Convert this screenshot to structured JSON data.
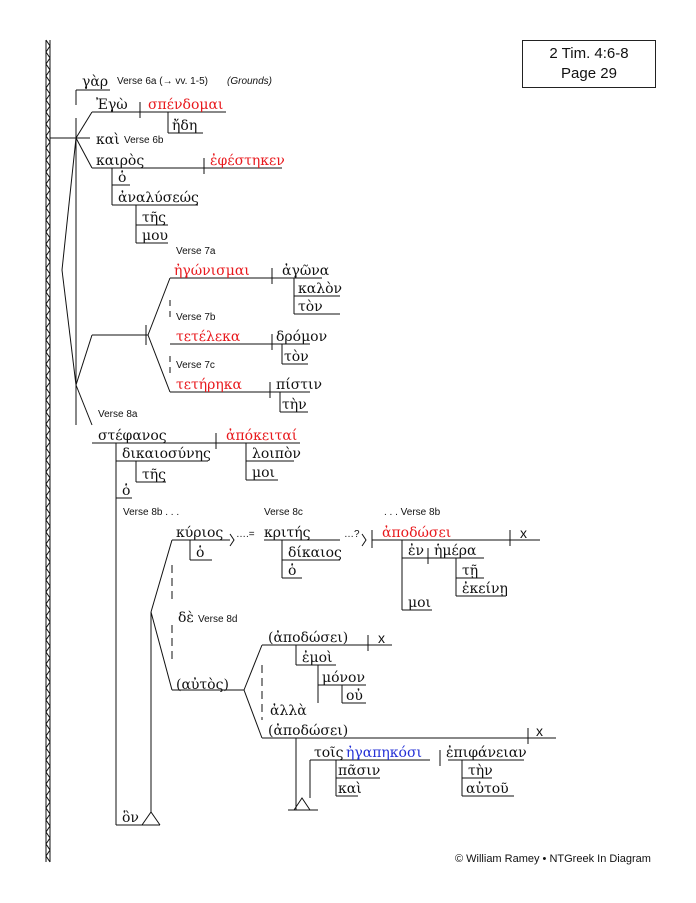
{
  "reference": {
    "line1": "2 Tim. 4:6-8",
    "line2": "Page 29"
  },
  "copyright": "© William Ramey • NTGreek In Diagram",
  "labels": {
    "v6a": "Verse 6a (→ vv. 1-5)",
    "grounds": "(Grounds)",
    "v6b": "Verse 6b",
    "v7a": "Verse 7a",
    "v7b": "Verse 7b",
    "v7c": "Verse 7c",
    "v8a": "Verse 8a",
    "v8b1": "Verse 8b . . .",
    "v8c": "Verse 8c",
    "v8b2": ". . . Verse 8b",
    "v8d": "Verse 8d",
    "dots1": "….=",
    "dots2": "…?"
  },
  "words": {
    "gar": "γὰρ",
    "ego": "Ἐγὼ",
    "spendomai": "σπένδομαι",
    "ede": "ἤδη",
    "kai1": "καὶ",
    "kairos": "καιρὸς",
    "ephesteken": "ἐφέστηκεν",
    "ho1": "ὁ",
    "analyseos": "ἀναλύσεώς",
    "tes1": "τῆς",
    "mou": "μου",
    "egonismai": "ἠγώνισμαι",
    "agona": "ἀγῶνα",
    "kalon": "καλὸν",
    "ton1": "τὸν",
    "teteleka": "τετέλεκα",
    "dromon": "δρόμον",
    "ton2": "τὸν",
    "teterka": "τετήρηκα",
    "pistin": "πίστιν",
    "ten1": "τὴν",
    "stephanos": "στέφανος",
    "apokeitai": "ἀπόκειταί",
    "dikaiosynes": "δικαιοσύνης",
    "tes2": "τῆς",
    "loipon": "λοιπὸν",
    "moi1": "μοι",
    "ho2": "ὁ",
    "kyrios": "κύριος",
    "ho3": "ὁ",
    "krites": "κριτής",
    "dikaios": "δίκαιος",
    "ho4": "ὁ",
    "apodosei1": "ἀποδώσει",
    "x1": "x",
    "en": "ἐν",
    "hemera": "ἡμέρα",
    "te": "τῇ",
    "ekeine": "ἐκείνῃ",
    "moi2": "μοι",
    "de": "δὲ",
    "apodosei2": "(ἀποδώσει)",
    "x2": "x",
    "emoi": "ἐμοὶ",
    "monon": "μόνον",
    "ou": "οὐ",
    "autos": "(αὐτὸς)",
    "alla": "ἀλλὰ",
    "apodosei3": "(ἀποδώσει)",
    "x3": "x",
    "tois": "τοῖς",
    "egapekosi": "ἠγαπηκόσι",
    "epiphaneian": "ἐπιφάνειαν",
    "pasin": "πᾶσιν",
    "ten2": "τὴν",
    "kai2": "καὶ",
    "autou": "αὐτοῦ",
    "on": "ὃν"
  }
}
